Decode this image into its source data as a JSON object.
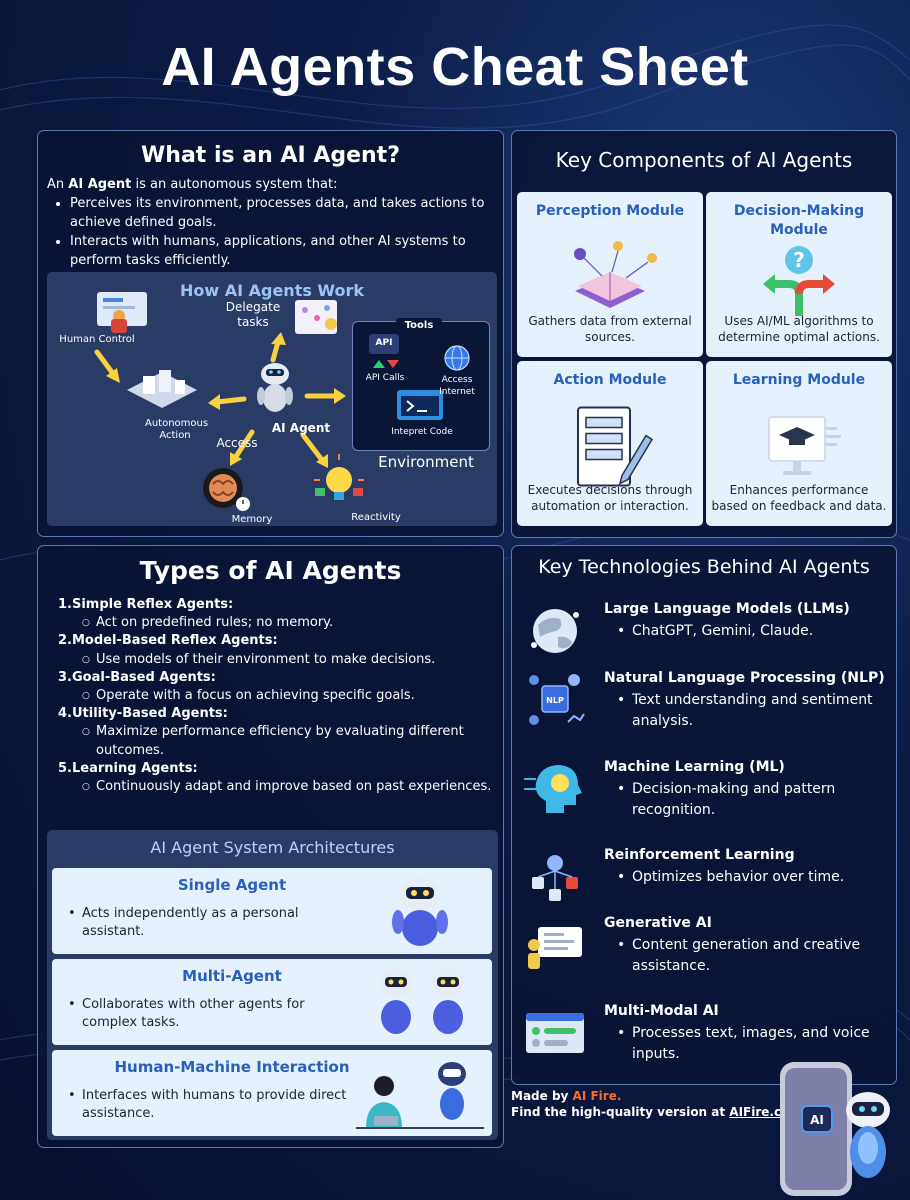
{
  "header": {
    "title": "AI Agents Cheat Sheet"
  },
  "what": {
    "title": "What is an AI Agent?",
    "intro_prefix": "An ",
    "intro_strong": "AI Agent",
    "intro_suffix": " is an autonomous system that:",
    "bullets": [
      "Perceives its environment, processes data, and takes actions to achieve defined goals.",
      "Interacts with humans, applications, and other AI systems to perform tasks efficiently."
    ]
  },
  "how": {
    "title": "How AI Agents Work",
    "delegate": "Delegate tasks",
    "human_control": "Human Control",
    "autonomous": "Autonomous Action",
    "ai_agent": "AI Agent",
    "access": "Access",
    "memory": "Memory",
    "reactivity": "Reactivity",
    "tools": "Tools",
    "api": "API",
    "api_calls": "API Calls",
    "access_internet": "Access Internet",
    "interpret_code": "Intepret Code",
    "environment": "Environment"
  },
  "components": {
    "title": "Key Components of AI Agents",
    "cards": [
      {
        "title": "Perception Module",
        "desc": "Gathers data from external sources."
      },
      {
        "title": "Decision-Making Module",
        "desc": "Uses AI/ML algorithms to determine optimal actions."
      },
      {
        "title": "Action Module",
        "desc": "Executes decisions through automation or interaction."
      },
      {
        "title": "Learning Module",
        "desc": "Enhances performance based on feedback and data."
      }
    ]
  },
  "types": {
    "title": "Types of AI Agents",
    "items": [
      {
        "name": "1.Simple Reflex Agents:",
        "desc": "Act on predefined rules; no memory."
      },
      {
        "name": "2.Model-Based Reflex Agents:",
        "desc": "Use models of their environment to make decisions."
      },
      {
        "name": "3.Goal-Based Agents:",
        "desc": "Operate with a focus on achieving specific goals."
      },
      {
        "name": "4.Utility-Based Agents:",
        "desc": "Maximize performance efficiency by evaluating different outcomes."
      },
      {
        "name": "5.Learning Agents:",
        "desc": "Continuously adapt and improve based on past experiences."
      }
    ]
  },
  "architectures": {
    "title": "AI Agent System Architectures",
    "cards": [
      {
        "title": "Single Agent",
        "desc": "Acts independently as a personal assistant."
      },
      {
        "title": "Multi-Agent",
        "desc": "Collaborates with other agents for complex tasks."
      },
      {
        "title": "Human-Machine Interaction",
        "desc": "Interfaces with humans to provide direct assistance."
      }
    ]
  },
  "technologies": {
    "title": "Key Technologies Behind AI Agents",
    "items": [
      {
        "name": "Large Language Models (LLMs)",
        "desc": "ChatGPT, Gemini, Claude.",
        "icon": "globe-network-icon"
      },
      {
        "name": "Natural Language Processing (NLP)",
        "desc": "Text understanding and sentiment analysis.",
        "icon": "nlp-chip-icon"
      },
      {
        "name": "Machine Learning (ML)",
        "desc": "Decision-making and pattern recognition.",
        "icon": "brain-head-icon"
      },
      {
        "name": "Reinforcement Learning",
        "desc": "Optimizes behavior over time.",
        "icon": "reinforcement-network-icon"
      },
      {
        "name": "Generative AI",
        "desc": "Content generation and creative assistance.",
        "icon": "generative-screen-icon"
      },
      {
        "name": "Multi-Modal AI",
        "desc": "Processes text, images, and voice inputs.",
        "icon": "multimodal-window-icon"
      }
    ]
  },
  "footer": {
    "made_by": "Made by ",
    "brand": "AI Fire.",
    "find": "Find the high-quality version at ",
    "link": "AIFire.co",
    "phone_badge": "AI"
  },
  "colors": {
    "background": "#0b1638",
    "card": "#e5f1fc",
    "accent_blue": "#2960ba",
    "arrow_yellow": "#f7d23c",
    "brand_orange": "#ff6a2a"
  }
}
